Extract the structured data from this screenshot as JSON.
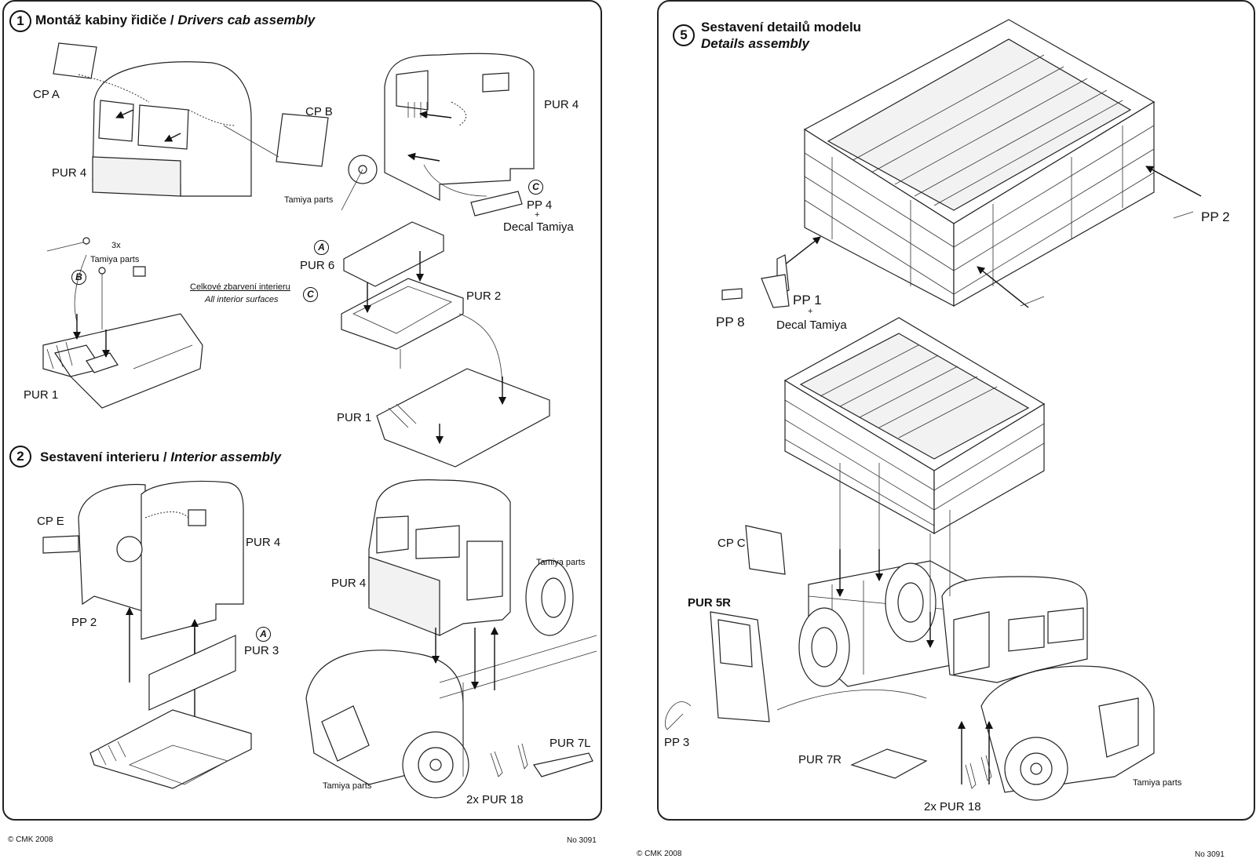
{
  "sections": {
    "s1": {
      "number": "1",
      "title_cz": "Montáž kabiny řidiče / ",
      "title_en": "Drivers cab assembly"
    },
    "s2": {
      "number": "2",
      "title_cz": "Sestavení interieru / ",
      "title_en": "Interior assembly"
    },
    "s5": {
      "number": "5",
      "title_cz": "Sestavení detailů modelu",
      "title_en": "Details assembly"
    }
  },
  "labels": {
    "cp_a": "CP A",
    "cp_b": "CP B",
    "pur4_a": "PUR 4",
    "pur4_b": "PUR 4",
    "tamiya_1": "Tamiya parts",
    "pp4": "PP 4",
    "plus1": "+",
    "decal_1": "Decal Tamiya",
    "three_x": "3x",
    "tamiya_2": "Tamiya parts",
    "celkove": "Celkové zbarvení interieru",
    "all_interior": "All interior surfaces",
    "pur1_a": "PUR 1",
    "pur6": "PUR 6",
    "pur2": "PUR 2",
    "pur1_b": "PUR 1",
    "cp_e": "CP E",
    "pur4_c": "PUR 4",
    "pp2_a": "PP 2",
    "pur3": "PUR 3",
    "pur4_d": "PUR 4",
    "tamiya_3": "Tamiya parts",
    "tamiya_4": "Tamiya parts",
    "pur7l": "PUR 7L",
    "pur18_a": "2x PUR 18",
    "pp2_b": "PP 2",
    "pp1": "PP 1",
    "plus2": "+",
    "decal_2": "Decal Tamiya",
    "pp8": "PP 8",
    "cp_c": "CP C",
    "pur5r": "PUR 5R",
    "pp3": "PP 3",
    "pur7r": "PUR 7R",
    "pur18_b": "2x PUR 18",
    "tamiya_5": "Tamiya parts"
  },
  "paint_markers": {
    "c1": "C",
    "b": "B",
    "c2": "C",
    "a1": "A",
    "a2": "A"
  },
  "footer": {
    "copyright_left": "© CMK 2008",
    "no_left": "No 3091",
    "copyright_right": "© CMK 2008",
    "no_right": "No 3091"
  }
}
